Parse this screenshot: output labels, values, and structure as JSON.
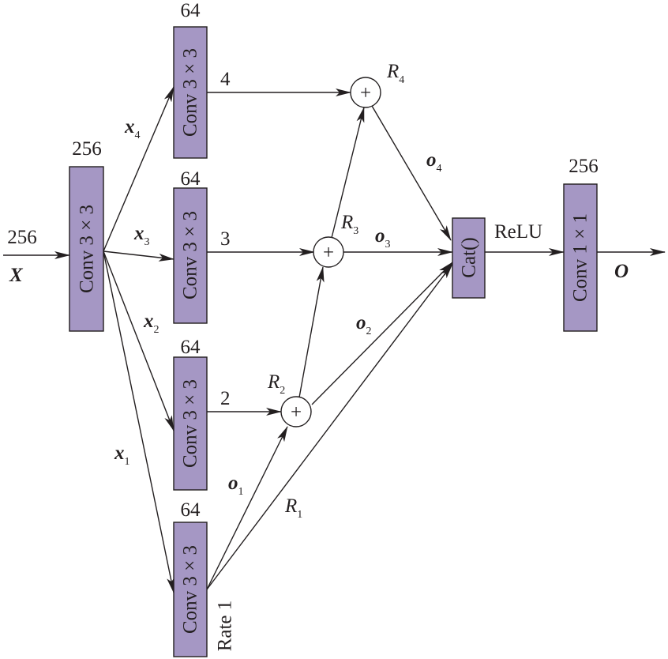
{
  "input": {
    "channels": "256",
    "symbol": "X"
  },
  "entry_conv": {
    "label": "Conv 3 × 3",
    "channels": "256"
  },
  "branch_convs": [
    {
      "label": "Conv 3 × 3",
      "channels": "64",
      "rate": "4"
    },
    {
      "label": "Conv 3 × 3",
      "channels": "64",
      "rate": "3"
    },
    {
      "label": "Conv 3 × 3",
      "channels": "64",
      "rate": "2"
    },
    {
      "label": "Conv 3 × 3",
      "channels": "64",
      "rate": "Rate 1"
    }
  ],
  "splits": [
    {
      "base": "x",
      "sub": "4"
    },
    {
      "base": "x",
      "sub": "3"
    },
    {
      "base": "x",
      "sub": "2"
    },
    {
      "base": "x",
      "sub": "1"
    }
  ],
  "adders": [
    {
      "symbol": "+",
      "base": "R",
      "sub": "4"
    },
    {
      "symbol": "+",
      "base": "R",
      "sub": "3"
    },
    {
      "symbol": "+",
      "base": "R",
      "sub": "2"
    }
  ],
  "residual_r1": {
    "base": "R",
    "sub": "1"
  },
  "outputs": [
    {
      "base": "o",
      "sub": "4"
    },
    {
      "base": "o",
      "sub": "3"
    },
    {
      "base": "o",
      "sub": "2"
    },
    {
      "base": "o",
      "sub": "1"
    }
  ],
  "concat": {
    "label": "Cat()"
  },
  "activation": "ReLU",
  "final_conv": {
    "label": "Conv 1 × 1",
    "channels": "256"
  },
  "output": {
    "symbol": "O"
  }
}
